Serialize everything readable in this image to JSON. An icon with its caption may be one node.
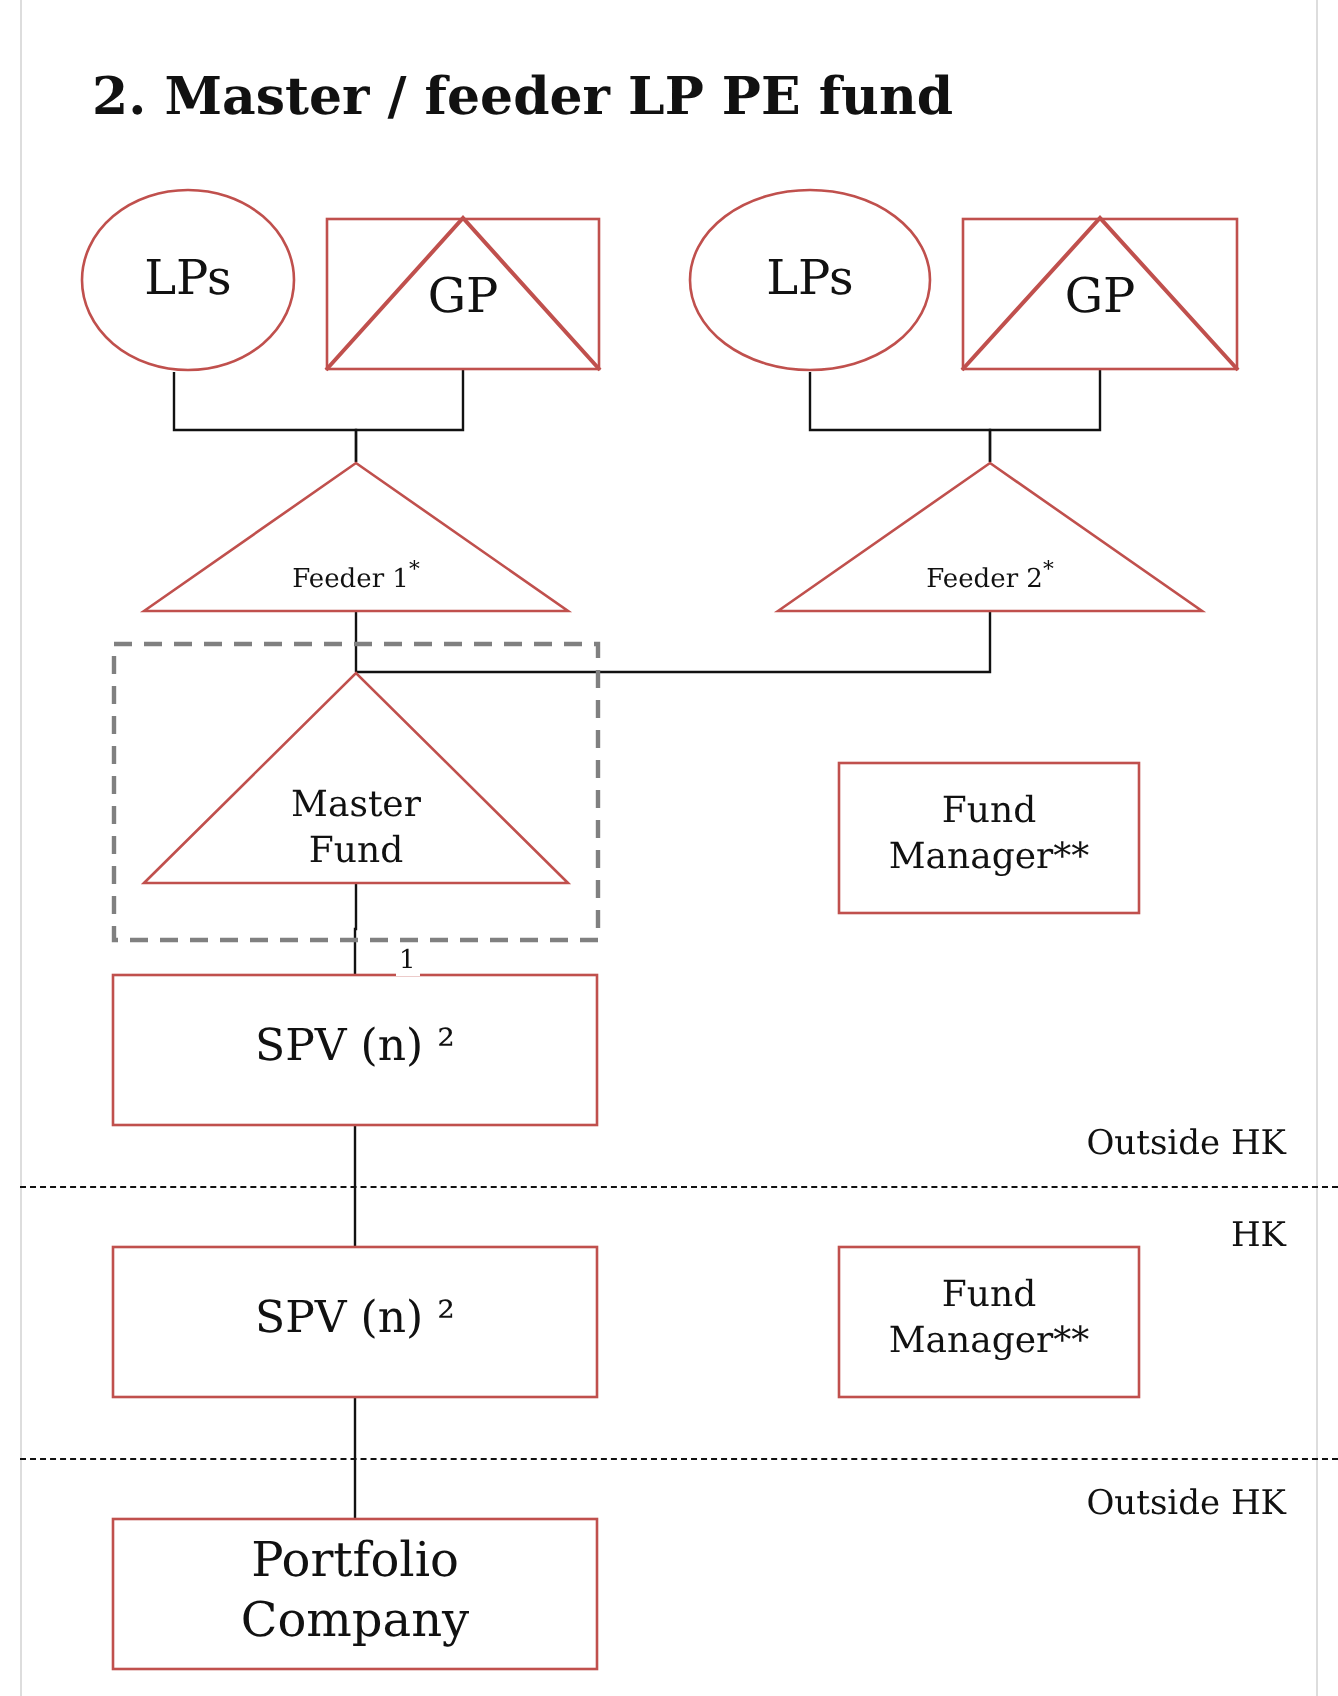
{
  "diagram": {
    "title": "2. Master / feeder LP PE fund",
    "nodes": [
      {
        "text": [
          "LPs"
        ]
      },
      {
        "text": [
          "GP"
        ]
      },
      {
        "text": [
          "LPs"
        ]
      },
      {
        "text": [
          "GP"
        ]
      },
      {
        "text": [
          "Feeder 1$^{*}$"
        ]
      },
      {
        "text": [
          "Feeder 2$^{*}$"
        ]
      },
      {
        "text": [],
        "shape": "box"
      },
      {
        "text": [
          "Master Fund"
        ],
        "in": 6
      },
      {
        "text": [
          "Fund Manager**"
        ]
      },
      {
        "text": [
          "SPV (n) ²"
        ]
      },
      {
        "text": [
          "SPV (n) ²"
        ]
      },
      {
        "text": [
          "Fund Manager**"
        ]
      },
      {
        "text": [
          "Portfolio Company"
        ]
      }
    ],
    "edges": [
      {
        "from": 0,
        "to": 4,
        "arrow": "none"
      },
      {
        "from": 1,
        "to": 4,
        "arrow": "none"
      },
      {
        "from": 2,
        "to": 5,
        "arrow": "none"
      },
      {
        "from": 3,
        "to": 5,
        "arrow": "none"
      },
      {
        "from": 4,
        "to": 7,
        "arrow": "none"
      },
      {
        "from": 5,
        "to": 7,
        "arrow": "none"
      },
      {
        "from": 7,
        "to": 9,
        "arrow": "none",
        "label": "1"
      },
      {
        "from": 9,
        "to": 10,
        "arrow": "none"
      },
      {
        "from": 10,
        "to": 12,
        "arrow": "none"
      }
    ],
    "labels": [
      "Outside HK",
      "HK",
      "Outside HK"
    ]
  }
}
